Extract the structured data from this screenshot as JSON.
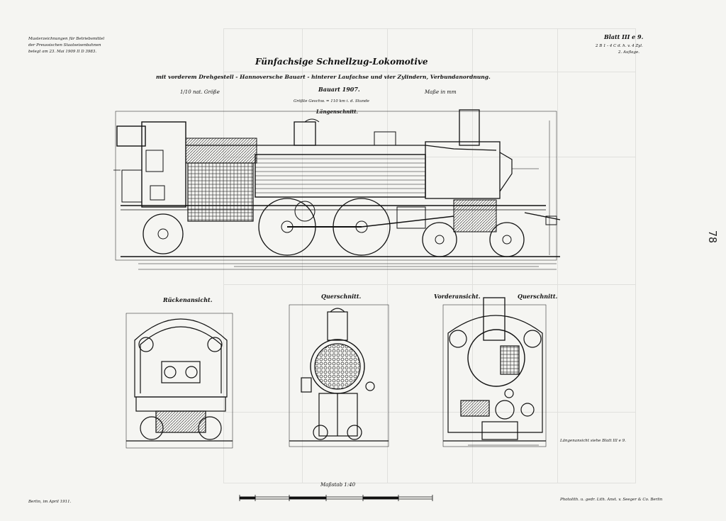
{
  "header_left": {
    "line1": "Musterzeichnungen für Betriebsmittel",
    "line2": "der Preussischen Staatseisenbahnen",
    "line3": "belegt am 23. Mai 1909 II D 3983."
  },
  "header_right": {
    "sheet": "Blatt III e 9.",
    "line2": "2 B 1 - 4 C d. h. v. 4 Zyl.",
    "line3": "2. Auflage."
  },
  "title": "Fünfachsige Schnellzug-Lokomotive",
  "subtitle": "mit vorderem Drehgestell - Hannoversche Bauart - hinterer Laufachse und vier Zylindern, Verbundanordnung.",
  "bauart": "Bauart 1907.",
  "scale_left": "1/10 nat. Größe",
  "scale_right": "Maße in mm",
  "speed": "Größte Geschw. = 110 km i. d. Stunde",
  "laengsschnitt": "Längenschnitt.",
  "views": {
    "rueckansicht": "Rückenansicht.",
    "querschnitt1": "Querschnitt.",
    "vorderansicht": "Vorderansicht.",
    "querschnitt2": "Querschnitt."
  },
  "note_right": "Längenansicht siehe Blatt III e 9.",
  "massstab": "Maßstab 1:40",
  "footer_left": "Berlin, im April 1911.",
  "footer_right": "Photolith. u. gedr. Lith. Anst. v. Seeger & Co. Berlin",
  "page_number": "78"
}
